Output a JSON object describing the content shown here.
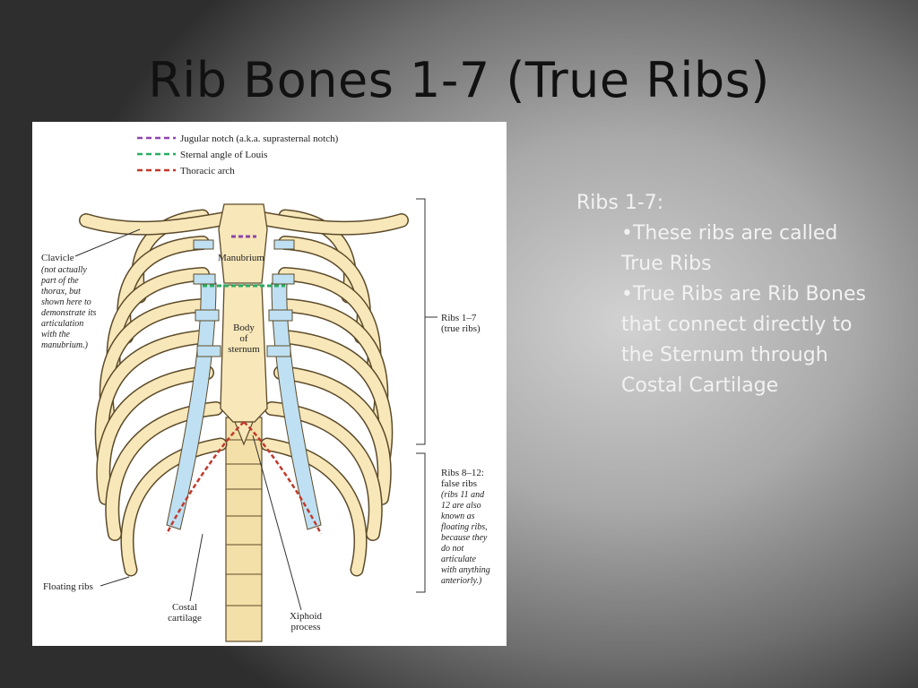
{
  "slide": {
    "title": "Rib Bones 1-7 (True Ribs)",
    "heading": "Ribs 1-7:",
    "bullets": [
      "•These ribs are called True Ribs",
      "•True Ribs are Rib Bones that connect directly to the Sternum through Costal Cartilage"
    ]
  },
  "figure": {
    "legend": {
      "jugular": "Jugular notch (a.k.a. suprasternal notch)",
      "sternal": "Sternal angle of Louis",
      "thoracic": "Thoracic arch",
      "colors": {
        "jugular": "#8e44ad",
        "sternal": "#27ae60",
        "thoracic": "#c0392b"
      }
    },
    "labels": {
      "clavicle": "Clavicle",
      "clavicle_note": [
        "(not actually",
        "part of the",
        "thorax, but",
        "shown here to",
        "demonstrate its",
        "articulation",
        "with the",
        "manubrium.)"
      ],
      "manubrium": "Manubrium",
      "body_of_sternum": [
        "Body",
        "of",
        "sternum"
      ],
      "ribs_1_7": "Ribs 1–7",
      "ribs_1_7_sub": "(true ribs)",
      "ribs_8_12": "Ribs 8–12:",
      "ribs_8_12_sub": "false ribs",
      "ribs_8_12_note": [
        "(ribs 11 and",
        "12 are also",
        "known as",
        "floating ribs,",
        "because they",
        "do not",
        "articulate",
        "with anything",
        "anteriorly.)"
      ],
      "floating_ribs": "Floating ribs",
      "costal_cartilage": [
        "Costal",
        "cartilage"
      ],
      "xiphoid_process": [
        "Xiphoid",
        "process"
      ]
    },
    "colors": {
      "bone": "#f8e7b9",
      "bone_outline": "#5c4b2a",
      "cartilage": "#bfe0f2"
    }
  }
}
